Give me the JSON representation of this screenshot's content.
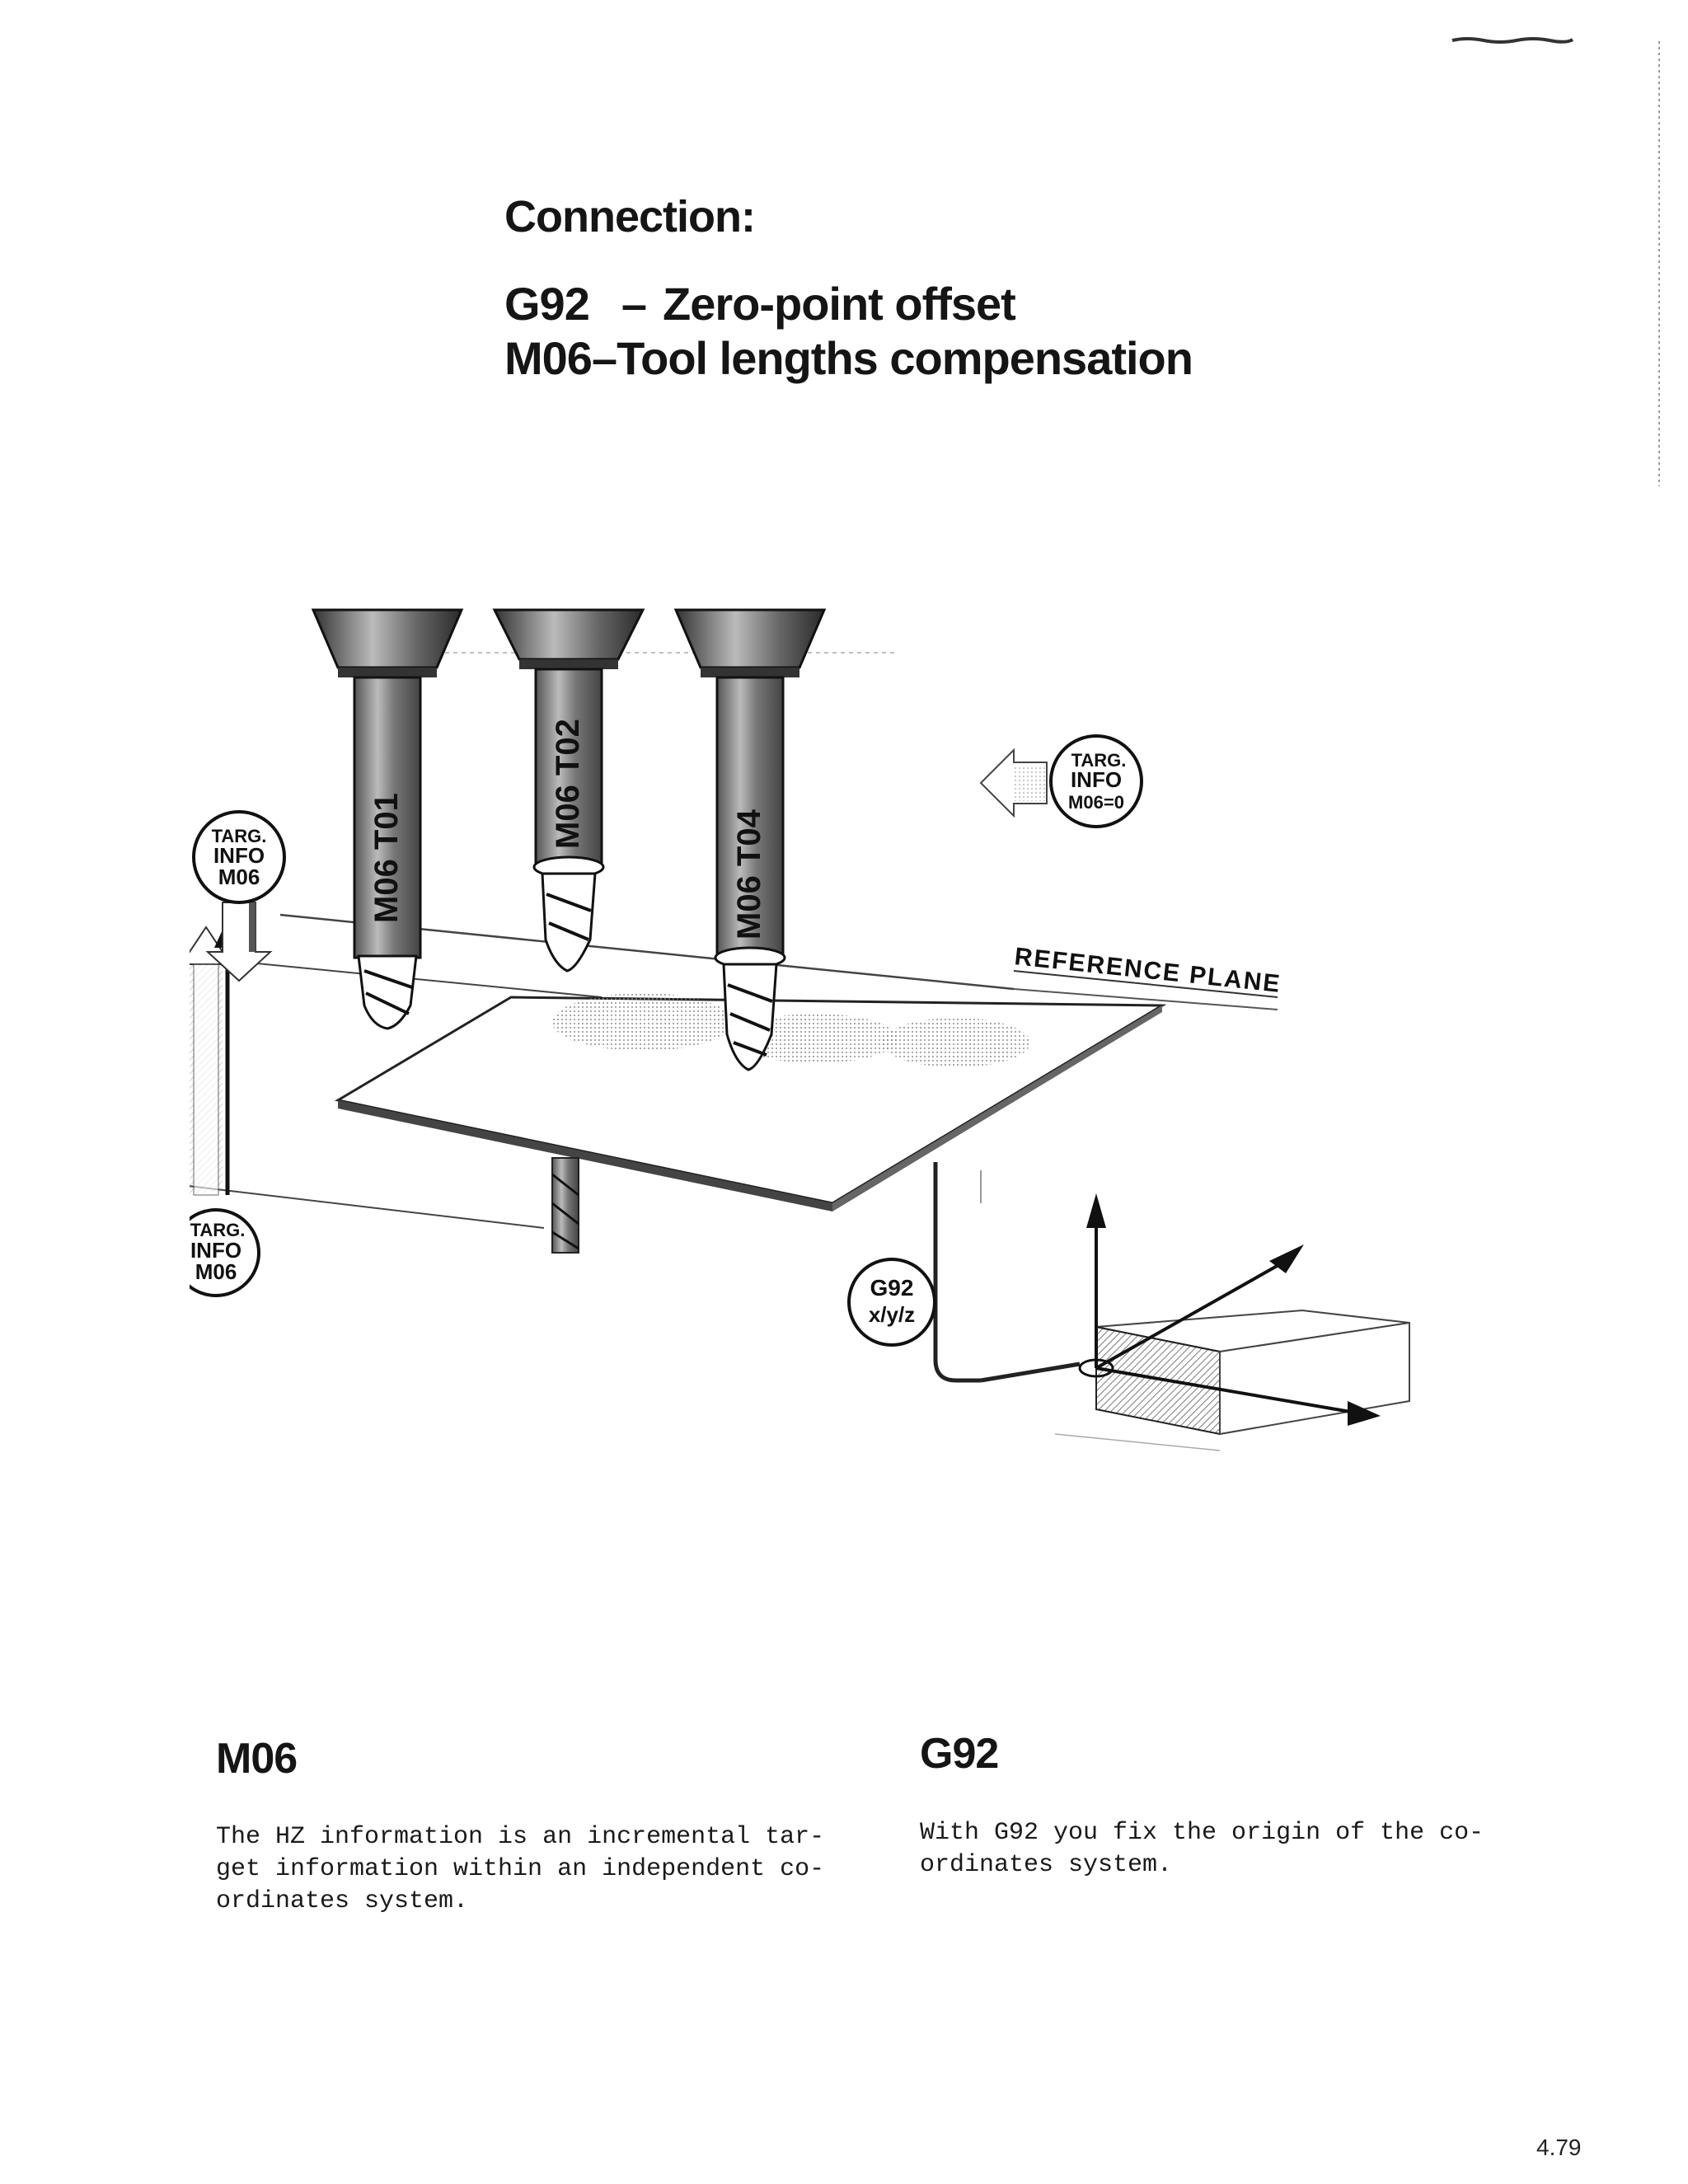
{
  "header": {
    "title": "Connection:",
    "lines": [
      {
        "code": "G92",
        "dash": "–",
        "text": "Zero-point offset"
      },
      {
        "code": "M06",
        "dash": "–",
        "text": "Tool lengths compensation"
      }
    ]
  },
  "figure": {
    "tools": [
      {
        "label": "M06 T01"
      },
      {
        "label": "M06 T02"
      },
      {
        "label": "M06 T04"
      }
    ],
    "badges": [
      {
        "line1": "TARG.",
        "line2": "INFO",
        "line3": "M06"
      },
      {
        "line1": "TARG.",
        "line2": "INFO",
        "line3": "M06=0"
      },
      {
        "line1": "TARG.",
        "line2": "INFO",
        "line3": "M06"
      }
    ],
    "g92_badge": {
      "line1": "G92",
      "line2": "x/y/z"
    },
    "reference_plane": "REFERENCE PLANE"
  },
  "sections": {
    "m06": {
      "heading": "M06",
      "body": "The HZ information is an incremental tar-\nget information within an independent co-\nordinates system."
    },
    "g92": {
      "heading": "G92",
      "body": "With G92 you fix the origin of the co-\nordinates system."
    }
  },
  "footer": {
    "page_number": "4.79"
  },
  "colors": {
    "ink": "#151515",
    "paper": "#ffffff",
    "shade": "#8a8a8a"
  }
}
